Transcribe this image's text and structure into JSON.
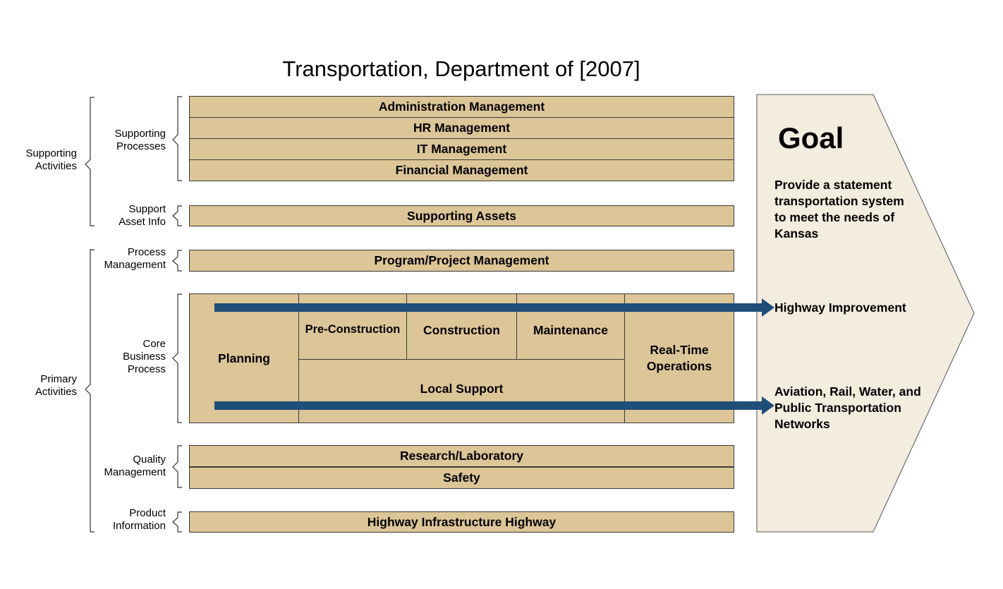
{
  "title": "Transportation, Department of [2007]",
  "groups": {
    "supporting_activities": "Supporting Activities",
    "primary_activities": "Primary Activities"
  },
  "sublabels": {
    "supporting_processes": "Supporting Processes",
    "support_asset_info": "Support Asset Info",
    "process_management": "Process Management",
    "core_business_process": "Core Business Process",
    "quality_management": "Quality Management",
    "product_information": "Product Information"
  },
  "boxes": {
    "administration": "Administration Management",
    "hr": "HR Management",
    "it": "IT Management",
    "financial": "Financial Management",
    "supporting_assets": "Supporting Assets",
    "program_project": "Program/Project Management",
    "planning": "Planning",
    "pre_construction": "Pre-Construction",
    "construction": "Construction",
    "maintenance": "Maintenance",
    "local_support": "Local Support",
    "real_time": "Real-Time Operations",
    "research": "Research/Laboratory",
    "safety": "Safety",
    "highway_infra": "Highway Infrastructure Highway"
  },
  "goal": {
    "title": "Goal",
    "statement": "Provide a statement transportation system to meet the needs of Kansas",
    "outcome1": "Highway Improvement",
    "outcome2": "Aviation, Rail, Water, and Public Transportation Networks"
  },
  "colors": {
    "box_fill": "#dcc597",
    "goal_fill": "#f3eddf",
    "arrow": "#1f4e79"
  }
}
